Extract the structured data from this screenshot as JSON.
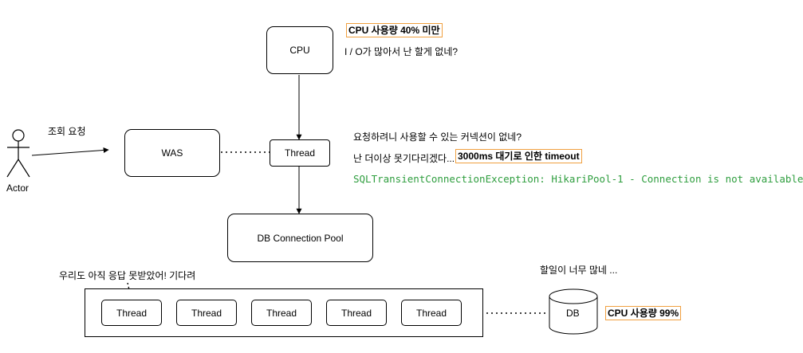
{
  "nodes": {
    "cpu": "CPU",
    "was": "WAS",
    "thread_main": "Thread",
    "db_pool": "DB Connection Pool",
    "db": "DB",
    "actor": "Actor",
    "pool_threads": [
      "Thread",
      "Thread",
      "Thread",
      "Thread",
      "Thread"
    ]
  },
  "labels": {
    "request": "조회 요청",
    "cpu_usage_low": "CPU 사용량 40% 미만",
    "io_note": "I / O가 많아서 난 할게 없네?",
    "no_connection": "요청하려니 사용할 수 있는 커넥션이 없네?",
    "cant_wait_prefix": "난 더이상 못기다리겠다...",
    "timeout_highlight": "3000ms 대기로 인한 timeout",
    "exception": "SQLTransientConnectionException: HikariPool-1 - Connection is not available",
    "waiting_threads": "우리도 아직 응답 못받았어! 기다려",
    "db_busy": "할일이 너무 많네 ...",
    "cpu_usage_high": "CPU 사용량 99%"
  }
}
